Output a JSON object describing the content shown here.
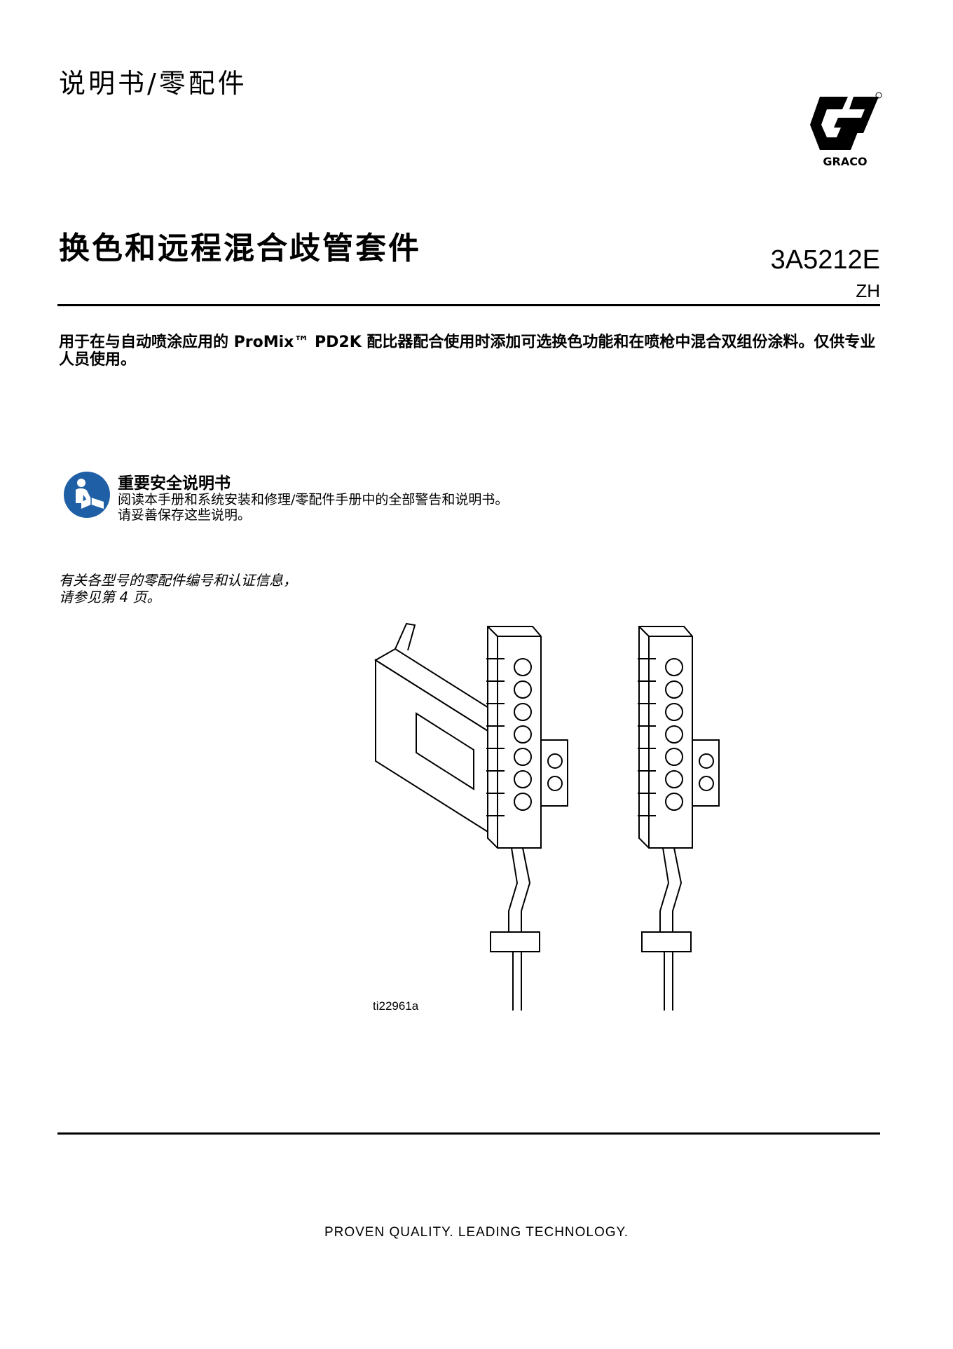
{
  "header": {
    "doc_type": "说明书/零配件",
    "brand": "GRACO",
    "title": "换色和远程混合歧管套件",
    "doc_number": "3A5212E",
    "language": "ZH"
  },
  "description": "用于在与自动喷涂应用的 ProMix™ PD2K 配比器配合使用时添加可选换色功能和在喷枪中混合双组份涂料。仅供专业人员使用。",
  "safety": {
    "heading": "重要安全说明书",
    "line1": "阅读本手册和系统安装和修理/零配件手册中的全部警告和说明书。",
    "line2": "请妥善保存这些说明。"
  },
  "note": {
    "line1": "有关各型号的零配件编号和认证信息，",
    "line2": "请参见第 4 页。"
  },
  "figure": {
    "id": "ti22961a"
  },
  "footer": {
    "tagline": "PROVEN QUALITY. LEADING TECHNOLOGY."
  }
}
